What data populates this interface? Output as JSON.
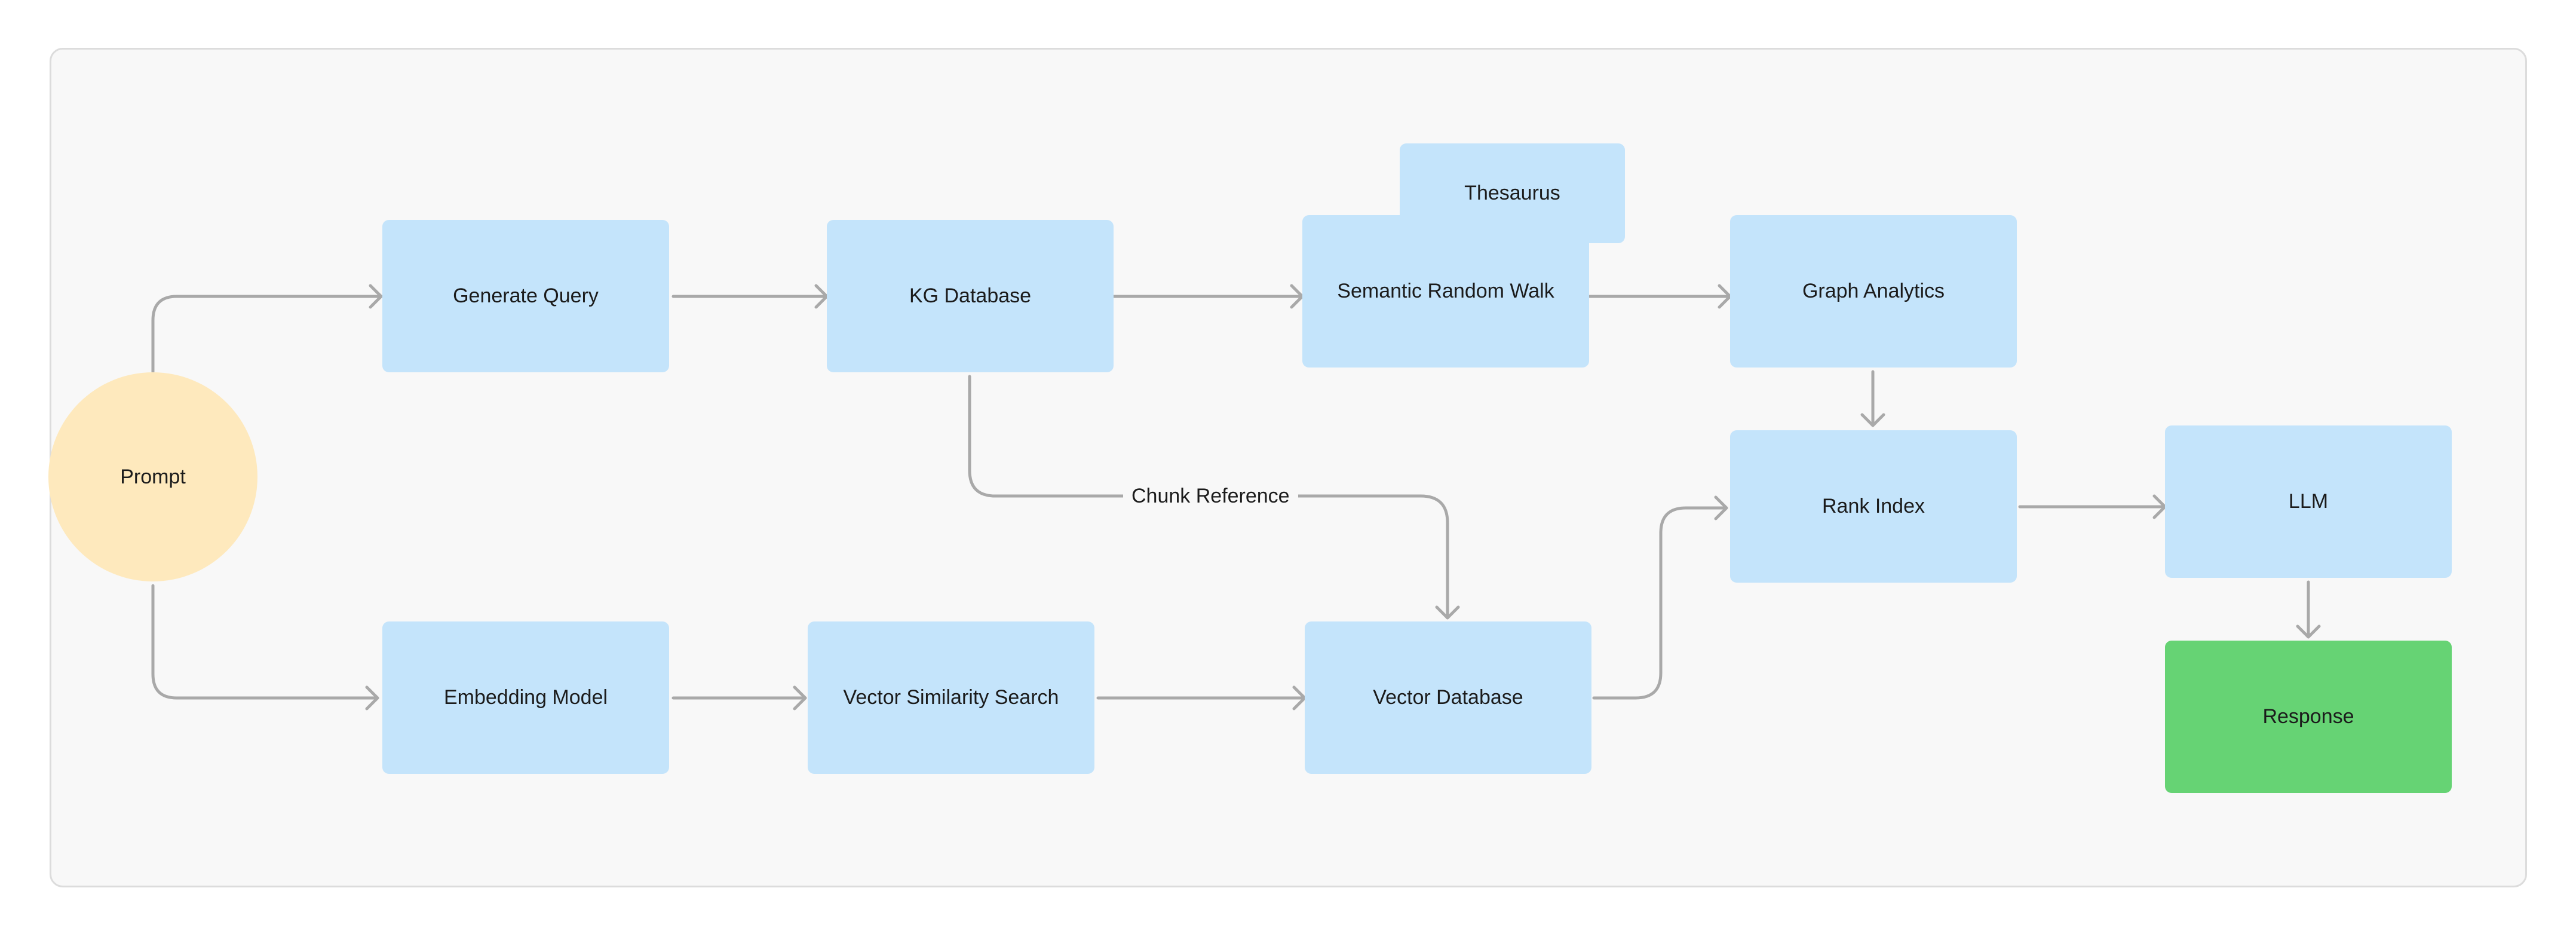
{
  "colors": {
    "canvas_bg": "#f8f8f8",
    "process_node": "#c4e4fb",
    "start_node": "#fee9bd",
    "end_node": "#66d374",
    "connector": "#a9a9a9"
  },
  "nodes": {
    "prompt": "Prompt",
    "generate_query": "Generate Query",
    "kg_database": "KG Database",
    "thesaurus": "Thesaurus",
    "semantic_random_walk": "Semantic Random Walk",
    "graph_analytics": "Graph Analytics",
    "rank_index": "Rank Index",
    "llm": "LLM",
    "response": "Response",
    "embedding_model": "Embedding Model",
    "vector_similarity_search": "Vector Similarity Search",
    "vector_database": "Vector Database"
  },
  "edge_labels": {
    "chunk_reference": "Chunk Reference"
  }
}
